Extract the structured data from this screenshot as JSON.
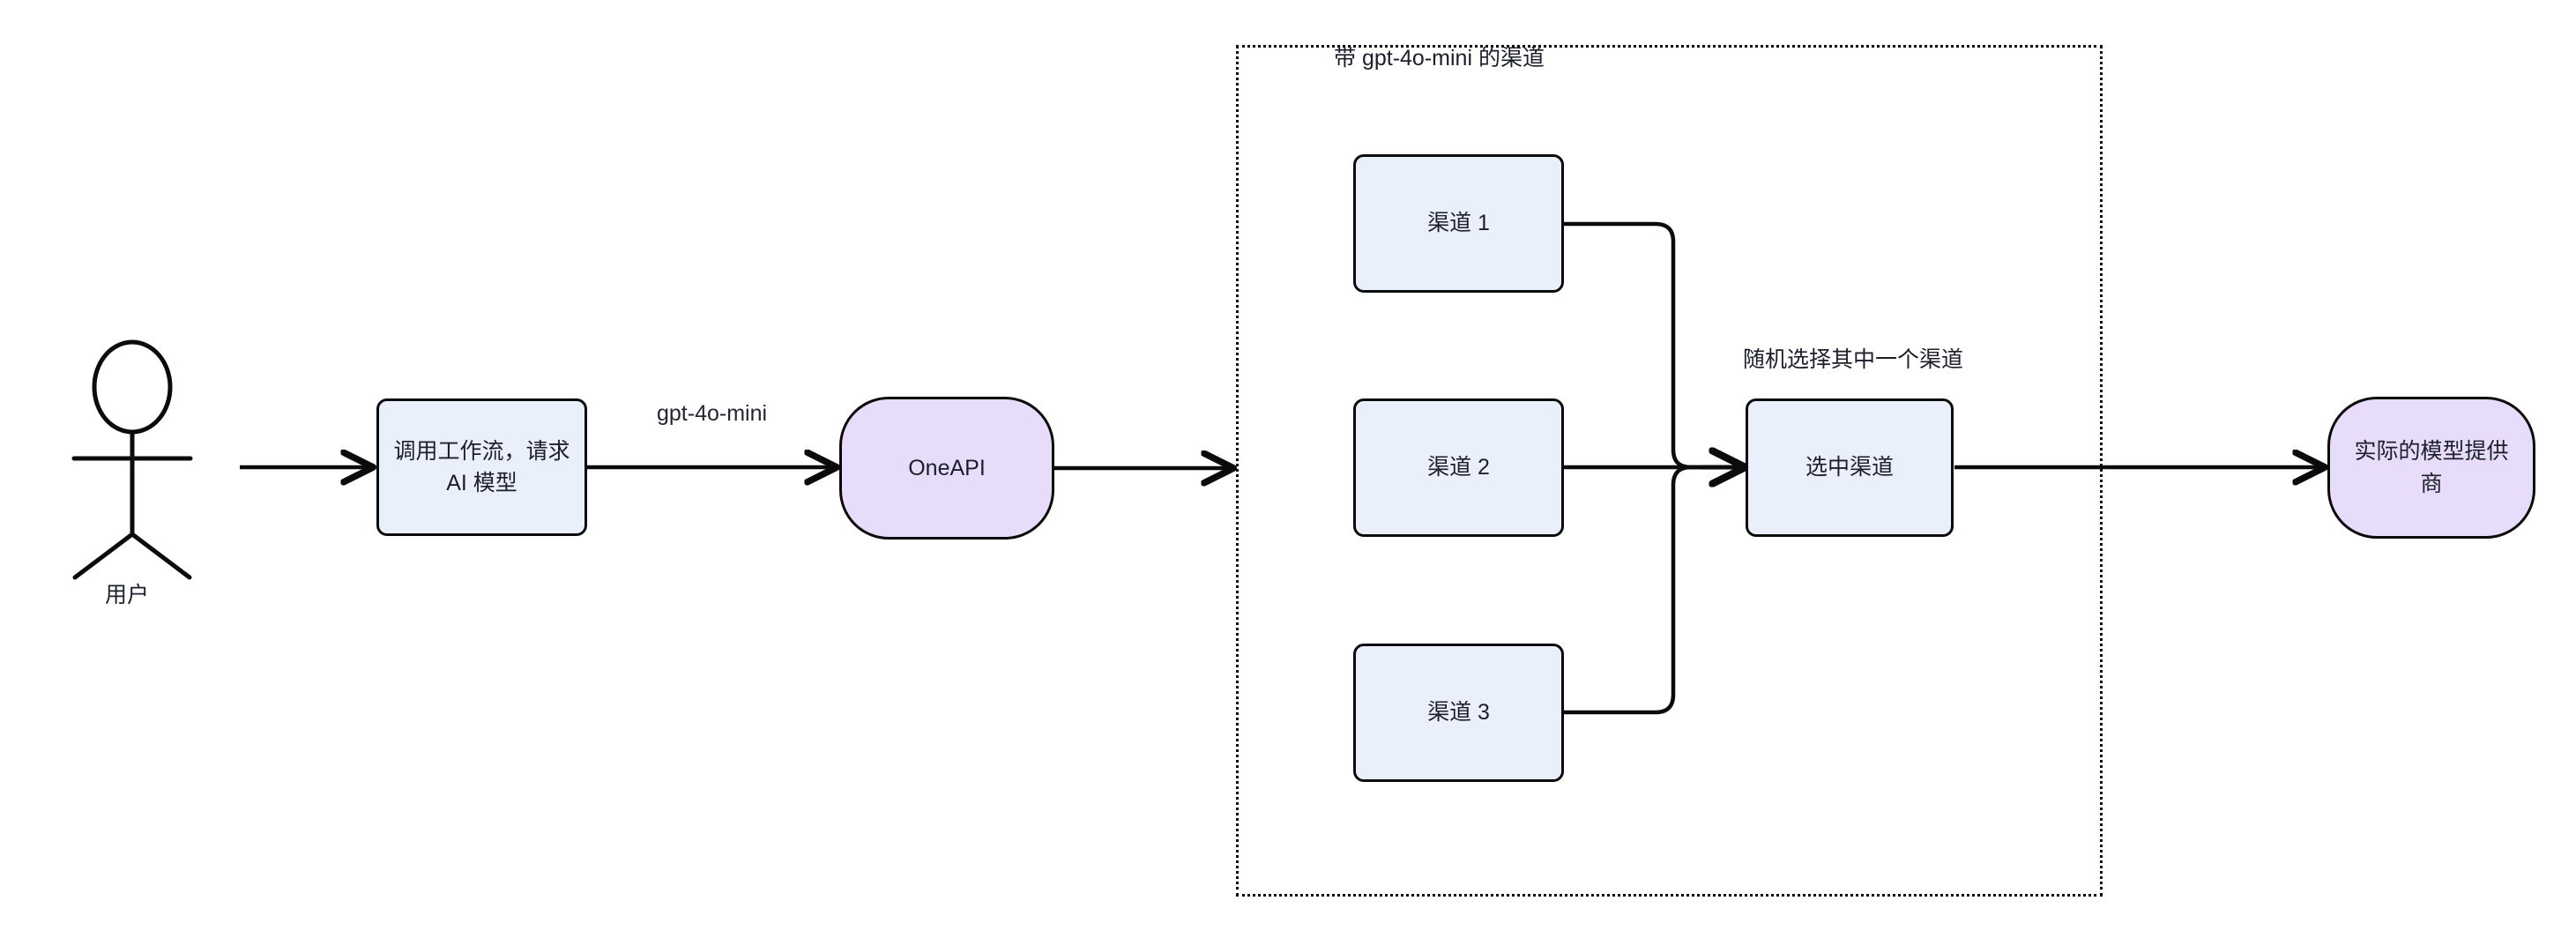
{
  "diagram": {
    "title": "OneAPI gpt-4o-mini channel routing flow",
    "background_color": "#ffffff",
    "stroke_color": "#0b0b0b",
    "rect_fill": "#eaf0fb",
    "stadium_fill": "#e7ddfb",
    "text_color": "#1b1f2a"
  },
  "actor": {
    "name": "user-actor",
    "label": "用户"
  },
  "nodes": {
    "workflow_call": {
      "label": "调用工作流，请求 AI 模型",
      "shape": "rounded-rect",
      "fill": "#eaf0fb"
    },
    "oneapi": {
      "label": "OneAPI",
      "shape": "stadium",
      "fill": "#e7ddfb"
    },
    "channel1": {
      "label": "渠道 1",
      "shape": "rounded-rect",
      "fill": "#eaf0fb"
    },
    "channel2": {
      "label": "渠道 2",
      "shape": "rounded-rect",
      "fill": "#eaf0fb"
    },
    "channel3": {
      "label": "渠道 3",
      "shape": "rounded-rect",
      "fill": "#eaf0fb"
    },
    "selected_channel": {
      "label": "选中渠道",
      "shape": "rounded-rect",
      "fill": "#eaf0fb"
    },
    "real_provider": {
      "label": "实际的模型提供商",
      "shape": "stadium",
      "fill": "#e7ddfb"
    }
  },
  "groups": {
    "channel_group": {
      "label": "带 gpt-4o-mini 的渠道",
      "border_style": "dotted"
    }
  },
  "edge_labels": {
    "model_name": "gpt-4o-mini",
    "random_pick": "随机选择其中一个渠道"
  }
}
